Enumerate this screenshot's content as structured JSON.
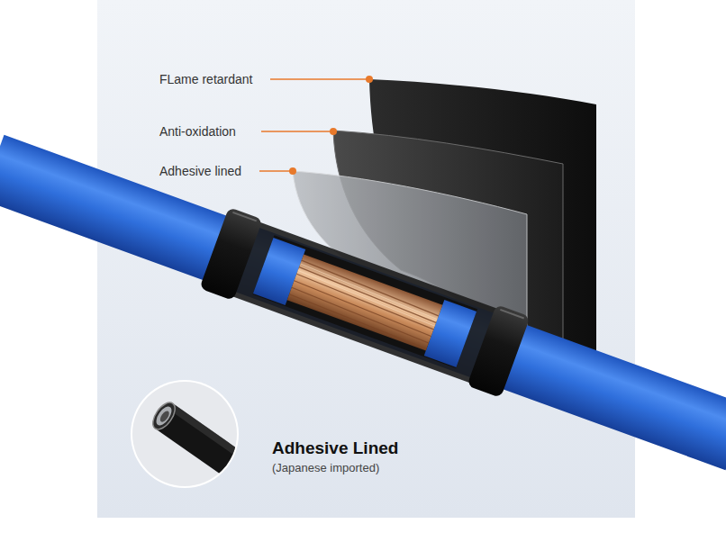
{
  "diagram": {
    "labels": [
      "FLame retardant",
      "Anti-oxidation",
      "Adhesive lined",
      "Adhesive Lined",
      "(Japanese imported)"
    ]
  }
}
